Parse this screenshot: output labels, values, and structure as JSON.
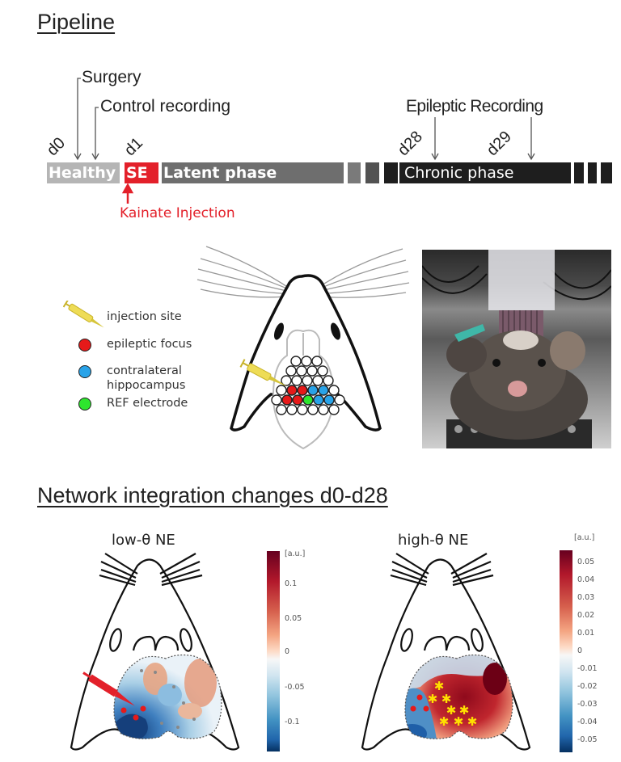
{
  "pipeline": {
    "title": "Pipeline",
    "annotations": {
      "surgery": "Surgery",
      "control_recording": "Control recording",
      "epileptic_recording": "Epileptic Recording",
      "kainate_injection": "Kainate Injection"
    },
    "days": {
      "d0": "d0",
      "d1": "d1",
      "d28": "d28",
      "d29": "d29"
    },
    "phases": [
      {
        "label": "Healthy",
        "color": "#b5b5b5"
      },
      {
        "label": "SE",
        "color": "#e3202a"
      },
      {
        "label": "Latent phase",
        "color": "#6e6e6e"
      },
      {
        "label": "Chronic phase",
        "color": "#1e1e1e"
      }
    ],
    "colors": {
      "injection_red": "#e3202a"
    }
  },
  "legend": {
    "items": [
      {
        "label": "injection site",
        "icon": "syringe-icon",
        "color": "#e8d44a"
      },
      {
        "label": "epileptic focus",
        "icon": "red-dot-icon",
        "color": "#e61a1a"
      },
      {
        "label": "contralateral hippocampus",
        "line1": "contralateral",
        "line2": "hippocampus",
        "icon": "blue-dot-icon",
        "color": "#29a3e8"
      },
      {
        "label": "REF electrode",
        "icon": "green-dot-icon",
        "color": "#2ee62e"
      }
    ]
  },
  "photo": {
    "description": "mouse with head-mounted electrode array"
  },
  "network": {
    "title": "Network integration changes d0-d28",
    "panels": [
      {
        "title": "low-θ NE",
        "colorbar": {
          "unit": "[a.u.]",
          "ticks": [
            "0.1",
            "0.05",
            "0",
            "-0.05",
            "-0.1"
          ]
        }
      },
      {
        "title": "high-θ NE",
        "colorbar": {
          "unit": "[a.u.]",
          "ticks": [
            "0.05",
            "0.04",
            "0.03",
            "0.02",
            "0.01",
            "0",
            "-0.01",
            "-0.02",
            "-0.03",
            "-0.04",
            "-0.05"
          ]
        }
      }
    ]
  }
}
